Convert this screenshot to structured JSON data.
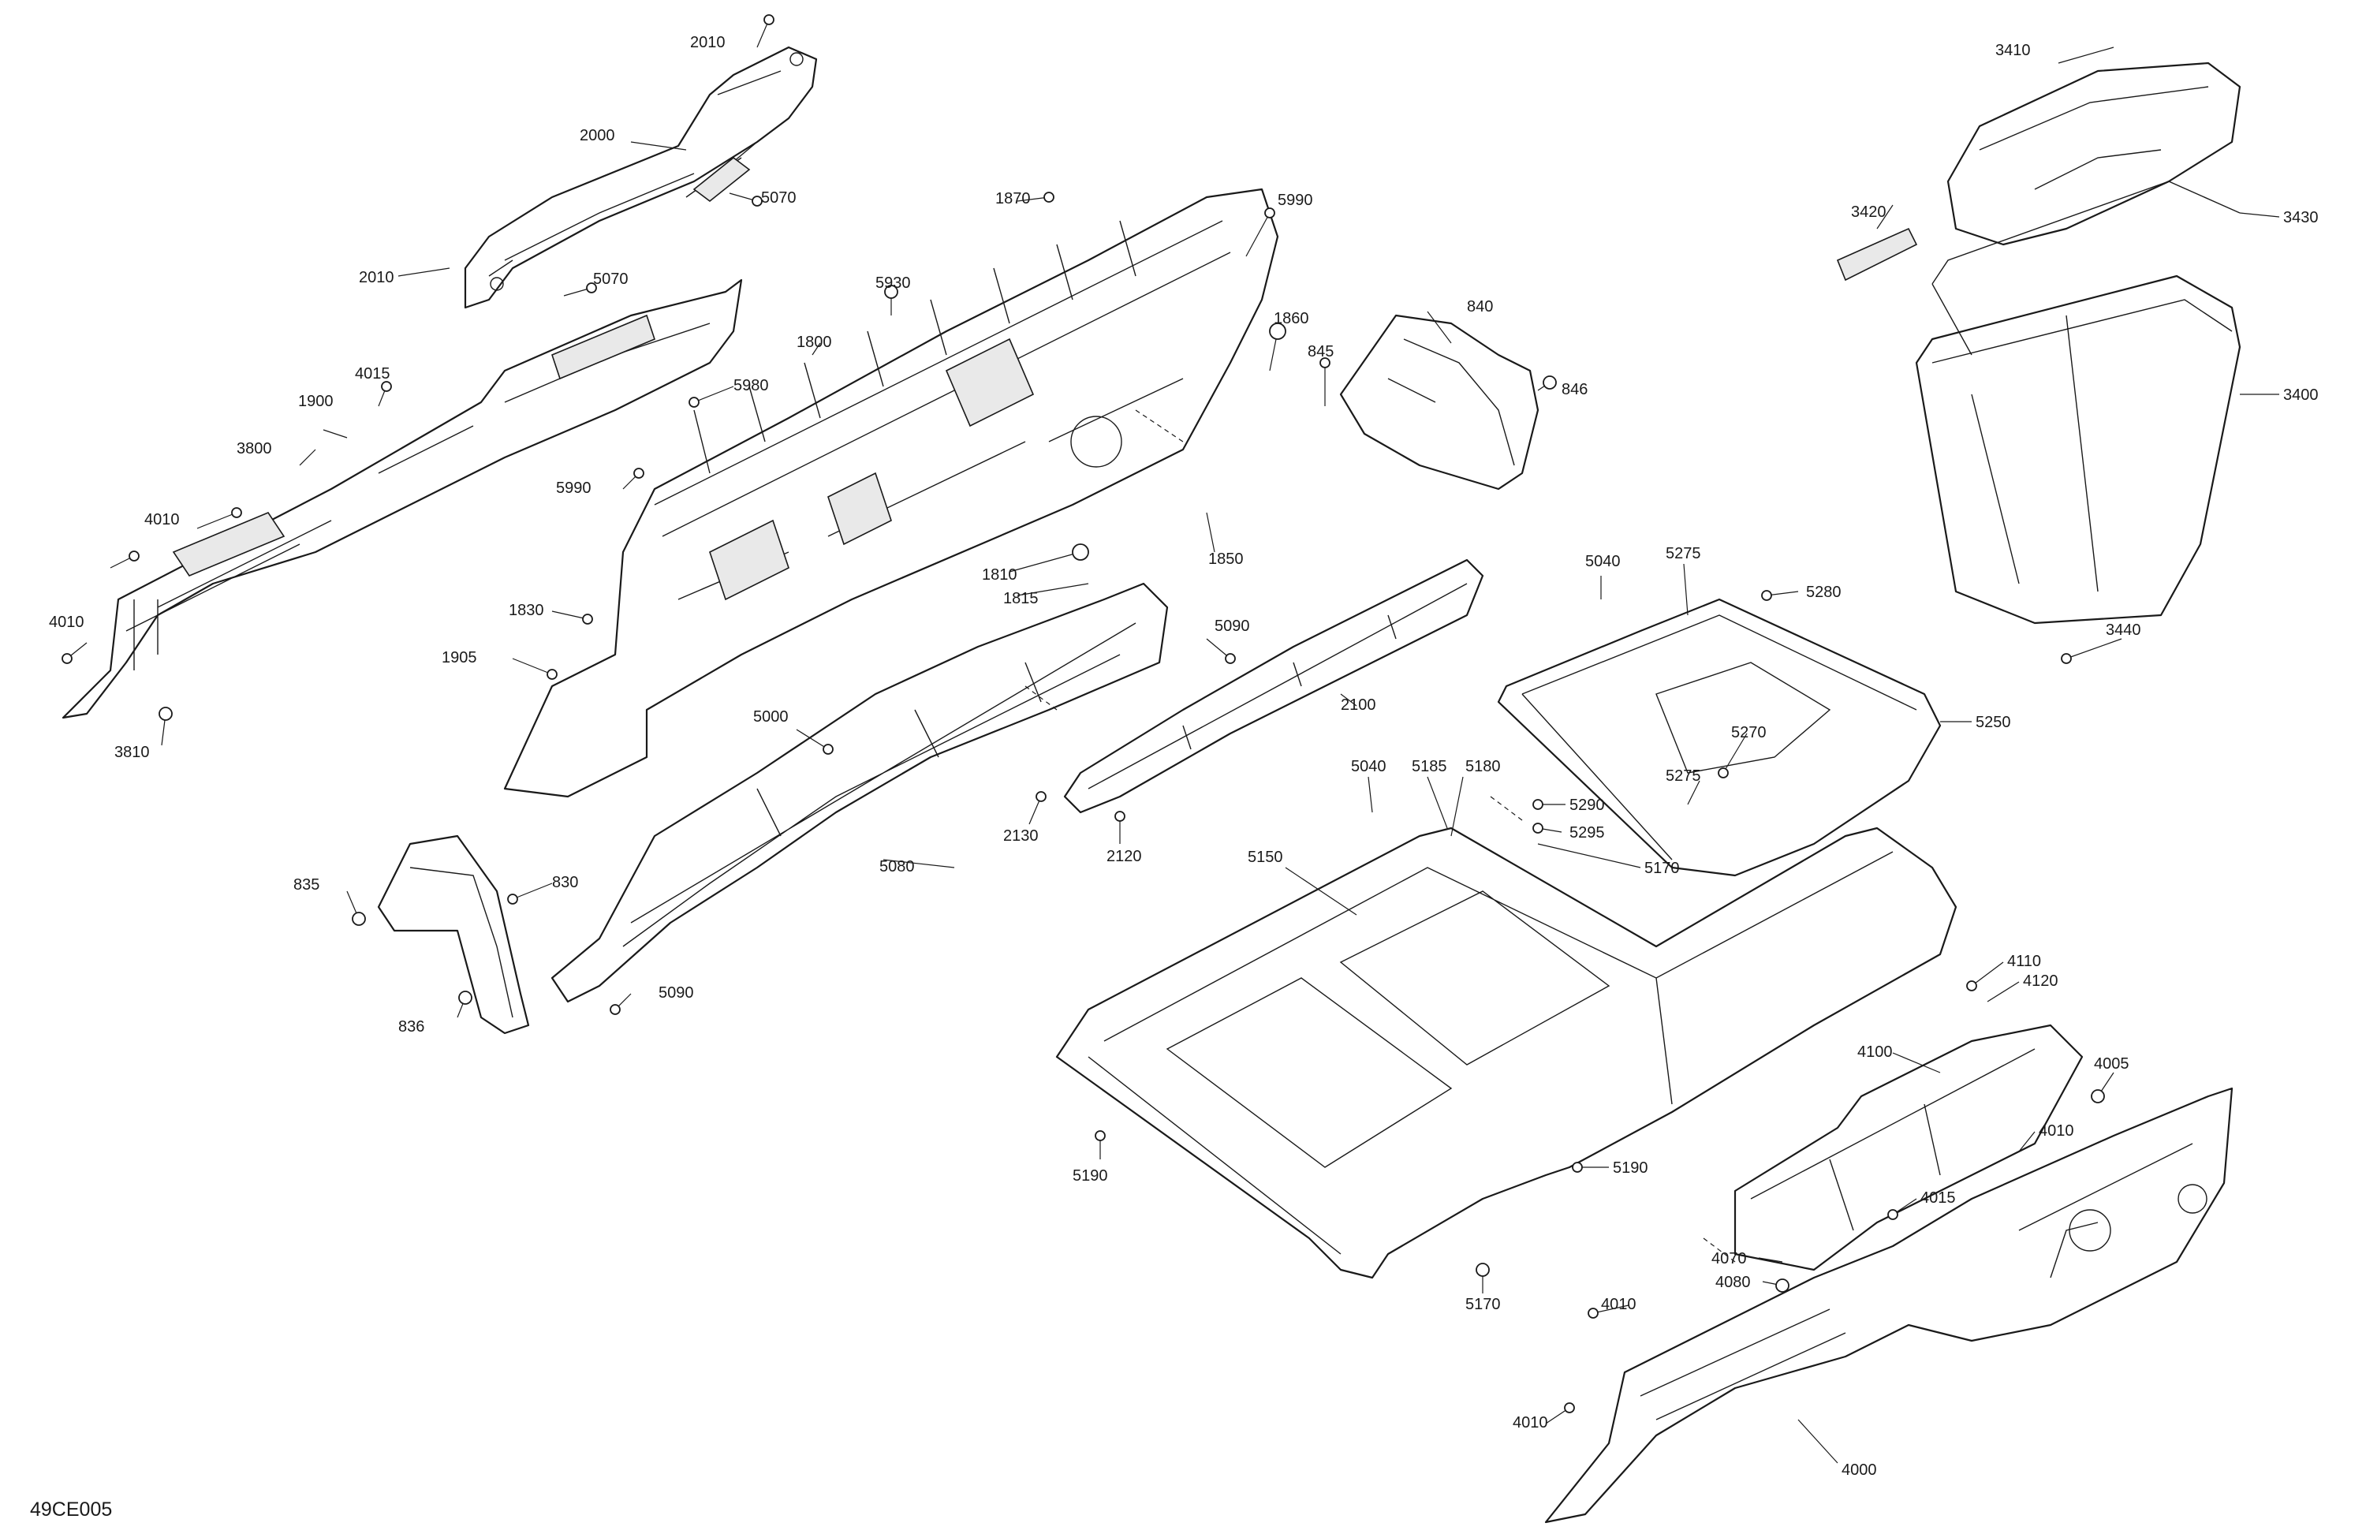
{
  "diagram_ref": "49CE005",
  "callouts": {
    "c2010a": "2010",
    "c2000": "2000",
    "c5070a": "5070",
    "c2010b": "2010",
    "c5070b": "5070",
    "c1870": "1870",
    "c5990a": "5990",
    "c5930": "5930",
    "c1860": "1860",
    "c840": "840",
    "c845": "845",
    "c846": "846",
    "c1800": "1800",
    "c5980": "5980",
    "c5990b": "5990",
    "c4015a": "4015",
    "c1900": "1900",
    "c3800": "3800",
    "c4010a": "4010",
    "c4010b": "4010",
    "c3810": "3810",
    "c1830": "1830",
    "c1905": "1905",
    "c1810": "1810",
    "c1815": "1815",
    "c1850": "1850",
    "c5090a": "5090",
    "c2100": "2100",
    "c5000": "5000",
    "c2130": "2130",
    "c2120": "2120",
    "c5080": "5080",
    "c835": "835",
    "c830": "830",
    "c836": "836",
    "c5090b": "5090",
    "c3410": "3410",
    "c3420": "3420",
    "c3430": "3430",
    "c3400": "3400",
    "c3440": "3440",
    "c5040a": "5040",
    "c5275a": "5275",
    "c5280": "5280",
    "c5250": "5250",
    "c5270": "5270",
    "c5275b": "5275",
    "c5040b": "5040",
    "c5185": "5185",
    "c5180": "5180",
    "c5290": "5290",
    "c5295": "5295",
    "c5170a": "5170",
    "c5150": "5150",
    "c4110": "4110",
    "c4120": "4120",
    "c4100": "4100",
    "c4005": "4005",
    "c4010c": "4010",
    "c5190a": "5190",
    "c5190b": "5190",
    "c4015b": "4015",
    "c4070": "4070",
    "c4080": "4080",
    "c4010d": "4010",
    "c4010e": "4010",
    "c5170b": "5170",
    "c4000": "4000"
  }
}
